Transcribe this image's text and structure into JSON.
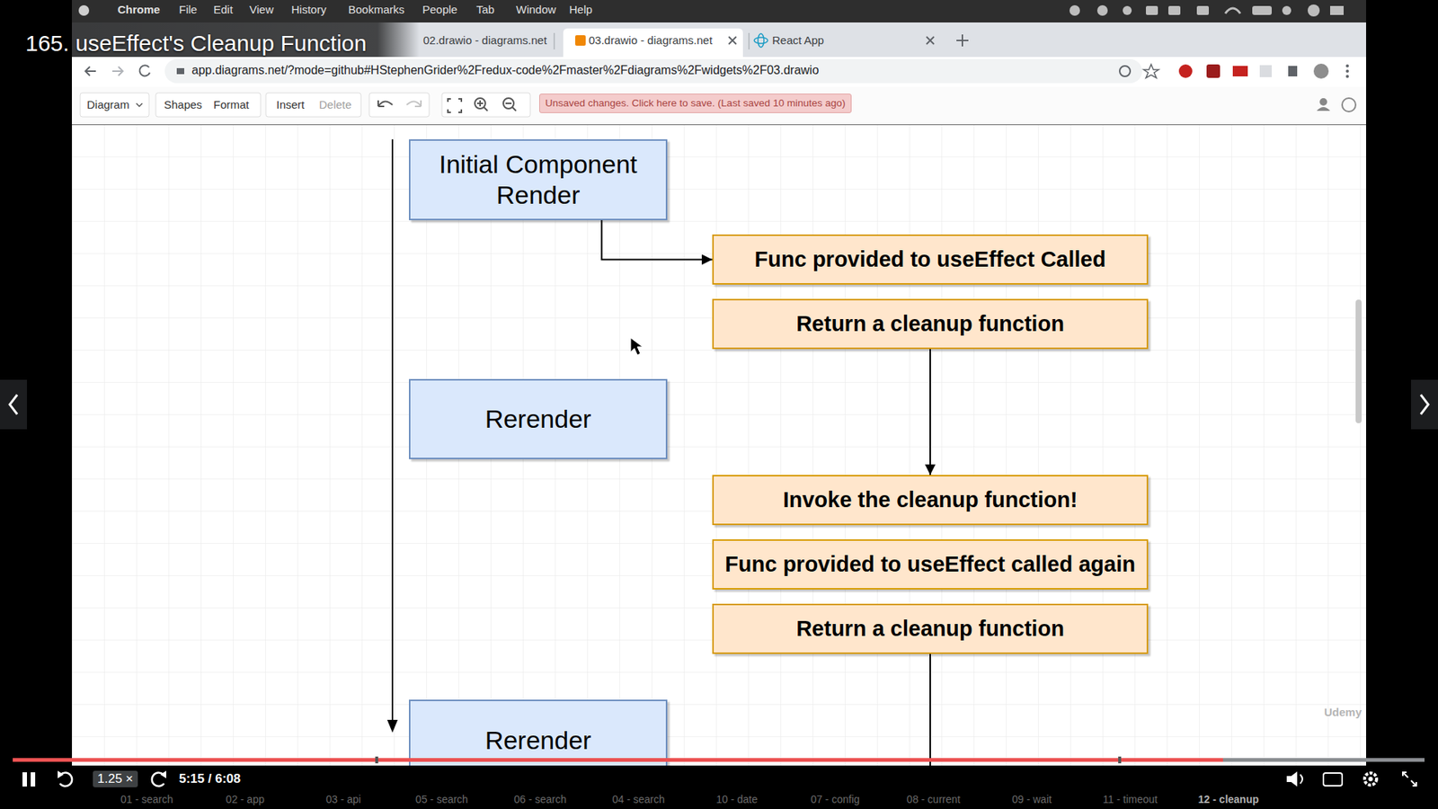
{
  "diagram": {
    "title": "165. useEffect's Cleanup Function",
    "nodes": [
      {
        "text": [
          "Initial Component Render"
        ]
      },
      {
        "text": [
          "Func provided to useEffect Called"
        ]
      },
      {
        "text": [
          "Return a cleanup function"
        ]
      },
      {
        "text": [
          "Rerender"
        ]
      },
      {
        "text": [
          "Invoke the cleanup function!"
        ]
      },
      {
        "text": [
          "Func provided to useEffect called again"
        ]
      },
      {
        "text": [
          "Return a cleanup function"
        ]
      },
      {
        "text": [
          "Rerender"
        ]
      }
    ],
    "edges": [
      {
        "from": 0,
        "to": 1,
        "arrow": "to"
      },
      {
        "from": 2,
        "to": 4,
        "arrow": "to"
      }
    ],
    "labels": [
      "Chrome",
      "File",
      "Edit",
      "View",
      "History",
      "Bookmarks",
      "People",
      "Tab",
      "Window",
      "Help",
      "02.drawio - diagrams.net",
      "03.drawio - diagrams.net",
      "React App",
      "app.diagrams.net/?mode=github#HStephenGrider%2Fredux-code%2Fmaster%2Fdiagrams%2Fwidgets%2F03.drawio",
      "Diagram",
      "Shapes",
      "Format",
      "Insert",
      "Delete",
      "Unsaved changes. Click here to save. (Last saved 10 minutes ago)",
      "Udemy",
      "1.25 ×",
      "5:15 / 6:08",
      "01 - search",
      "02 - app",
      "03 - api",
      "05 - search",
      "06 - search",
      "04 - search",
      "10 - date",
      "07 - config",
      "08 - current",
      "09 - wait",
      "11 - timeout",
      "12 - cleanup"
    ]
  }
}
